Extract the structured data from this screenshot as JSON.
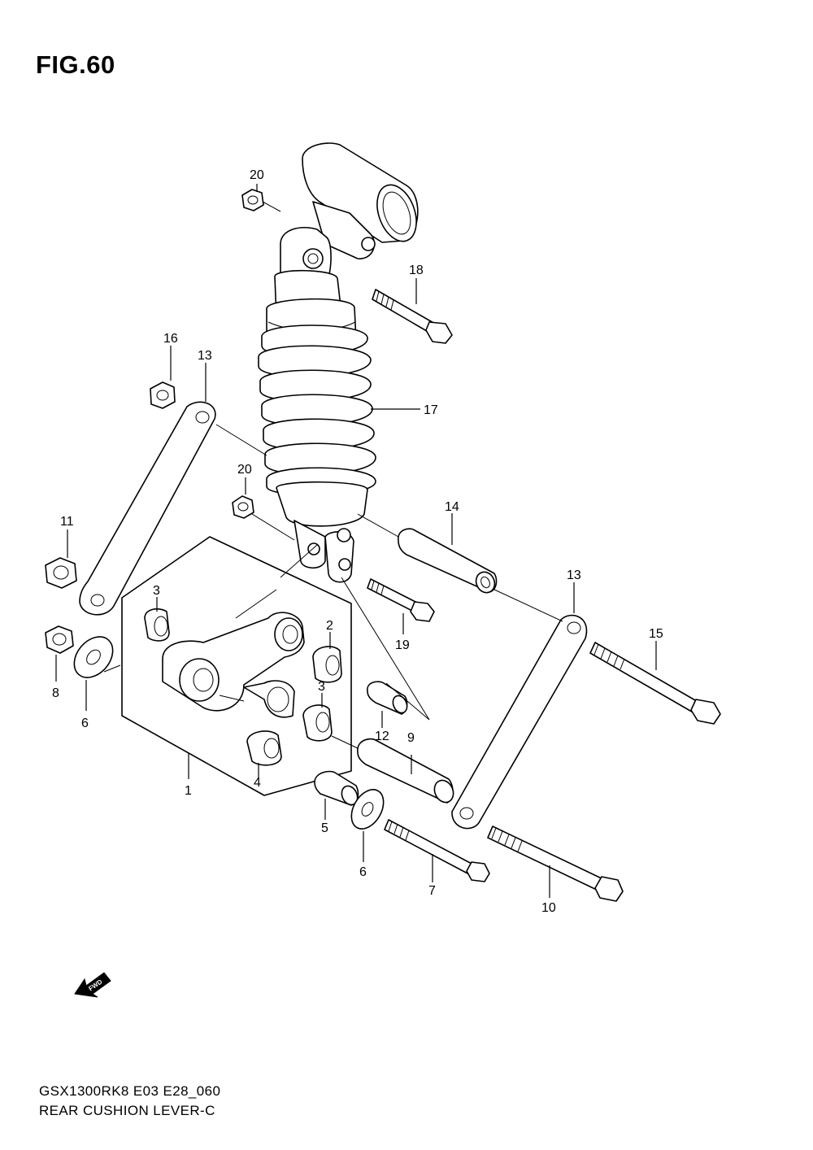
{
  "figure": {
    "title": "FIG.60"
  },
  "footer": {
    "model_code": "GSX1300RK8 E03 E28_060",
    "part_name": "REAR CUSHION LEVER-C"
  },
  "fwd_label": "FWD",
  "callouts": {
    "c20a": "20",
    "c18": "18",
    "c16": "16",
    "c13a": "13",
    "c17": "17",
    "c20b": "20",
    "c11": "11",
    "c14": "14",
    "c13b": "13",
    "c3a": "3",
    "c2": "2",
    "c15": "15",
    "c8": "8",
    "c6a": "6",
    "c19": "19",
    "c3b": "3",
    "c12": "12",
    "c9": "9",
    "c1": "1",
    "c4": "4",
    "c5": "5",
    "c6b": "6",
    "c7": "7",
    "c10": "10"
  }
}
